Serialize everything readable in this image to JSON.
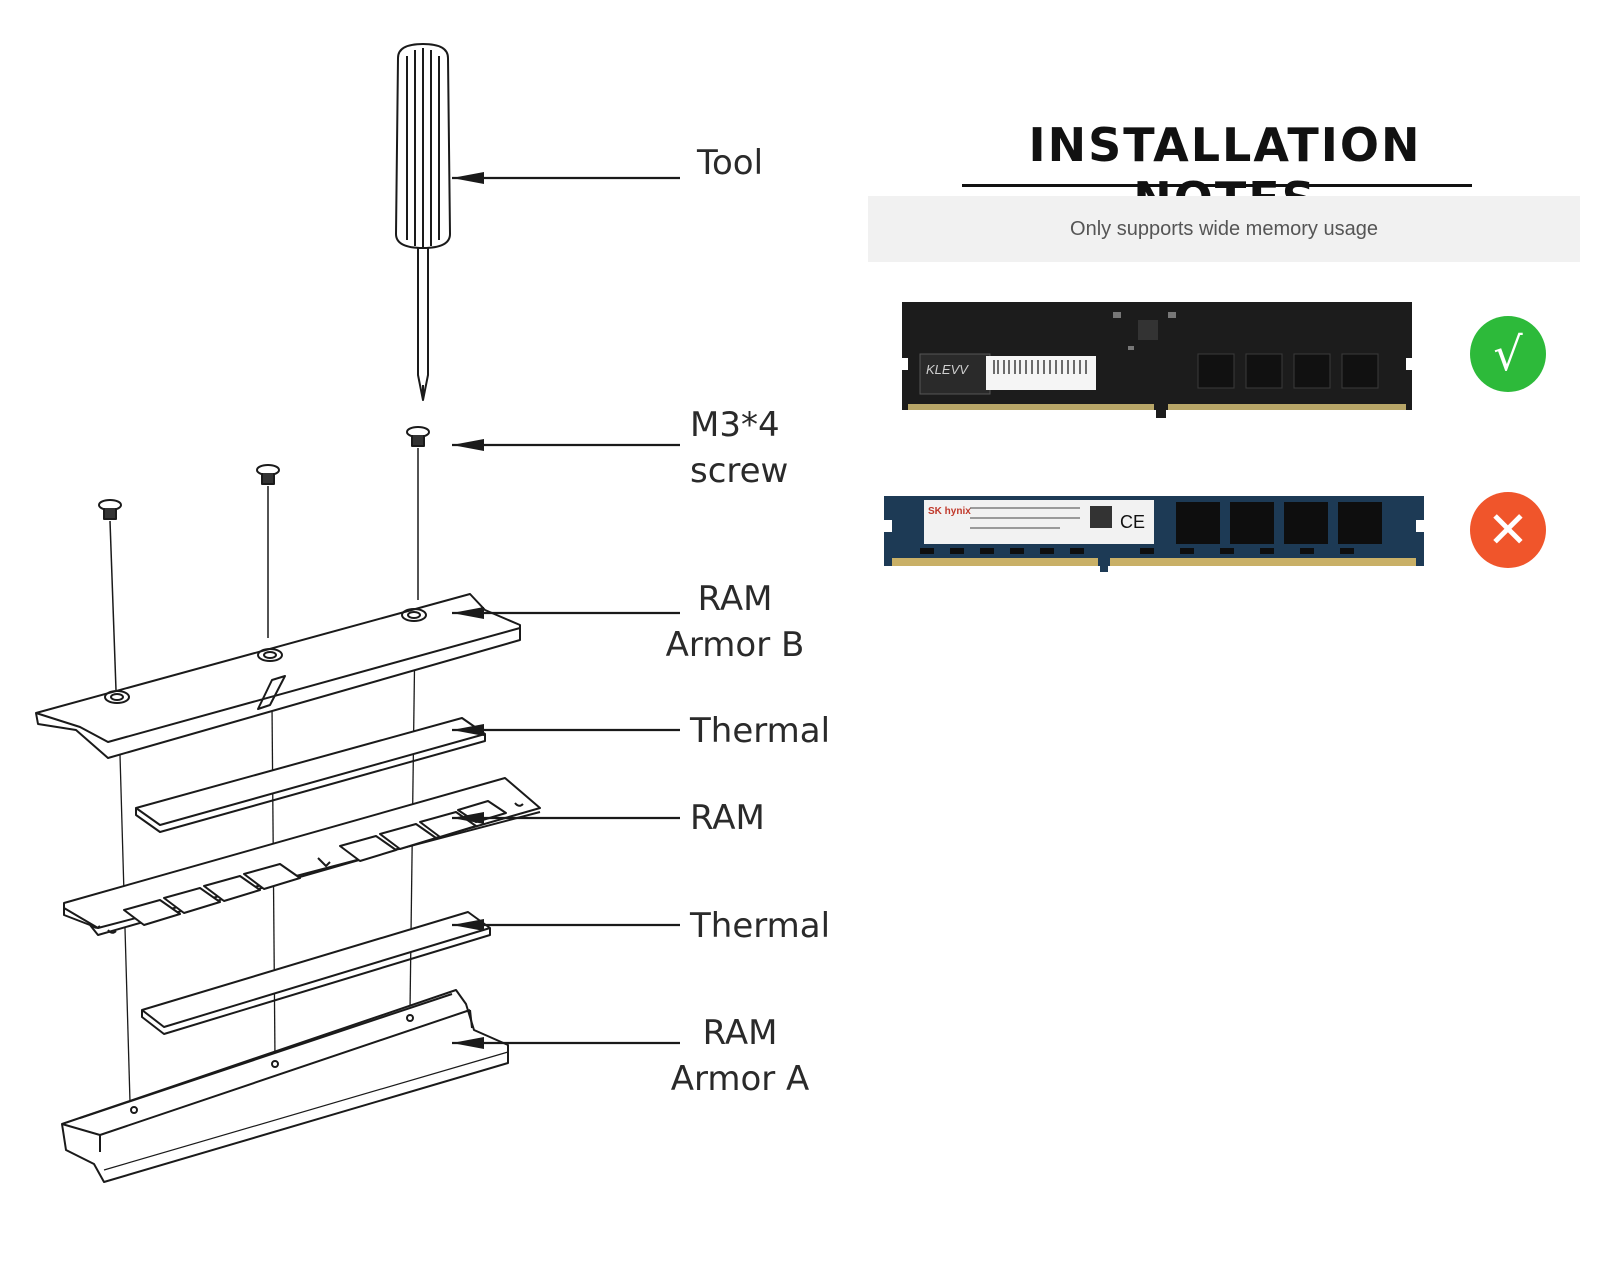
{
  "labels": {
    "tool": "Tool",
    "screw_line1": "M3*4",
    "screw_line2": "screw",
    "armor_b_line1": "RAM",
    "armor_b_line2": "Armor B",
    "thermal_top": "Thermal",
    "ram": "RAM",
    "thermal_bottom": "Thermal",
    "armor_a_line1": "RAM",
    "armor_a_line2": "Armor A"
  },
  "notes": {
    "title": "INSTALLATION NOTES",
    "subtitle": "Only supports wide memory usage",
    "supported_brand": "KLEVV",
    "supported_mark": "√",
    "unsupported_brand": "SK hynix",
    "unsupported_mark": "✕",
    "colors": {
      "supported": "#2dba3a",
      "unsupported": "#f0552b"
    }
  }
}
